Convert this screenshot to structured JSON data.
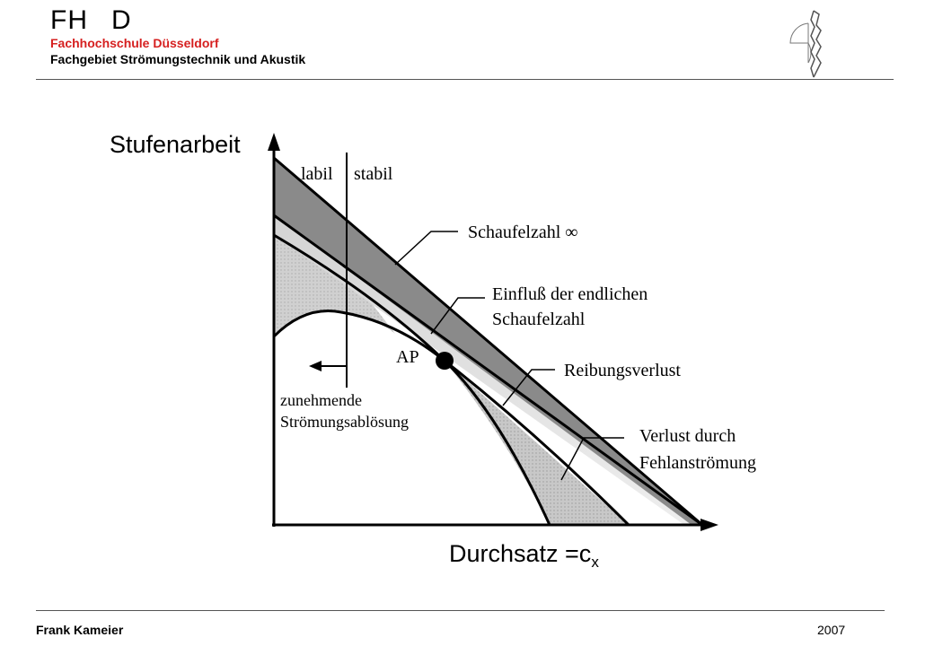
{
  "header": {
    "logo_left": "FH",
    "logo_right": "D",
    "school": "Fachhochschule Düsseldorf",
    "department": "Fachgebiet Strömungstechnik und Akustik"
  },
  "footer": {
    "author": "Frank Kameier",
    "year": "2007"
  },
  "diagram": {
    "y_axis_label": "Stufenarbeit",
    "x_axis_label": "Durchsatz =c",
    "x_axis_subscript": "x",
    "label_labil": "labil",
    "label_stabil": "stabil",
    "label_schaufelzahl_inf": "Schaufelzahl ∞",
    "label_einfluss_1": "Einfluß der endlichen",
    "label_einfluss_2": "Schaufelzahl",
    "label_ap": "AP",
    "label_reibung": "Reibungsverlust",
    "label_verlust_1": "Verlust durch",
    "label_verlust_2": "Fehlanströmung",
    "label_abloesung_1": "zunehmende",
    "label_abloesung_2": "Strömungsablösung"
  }
}
